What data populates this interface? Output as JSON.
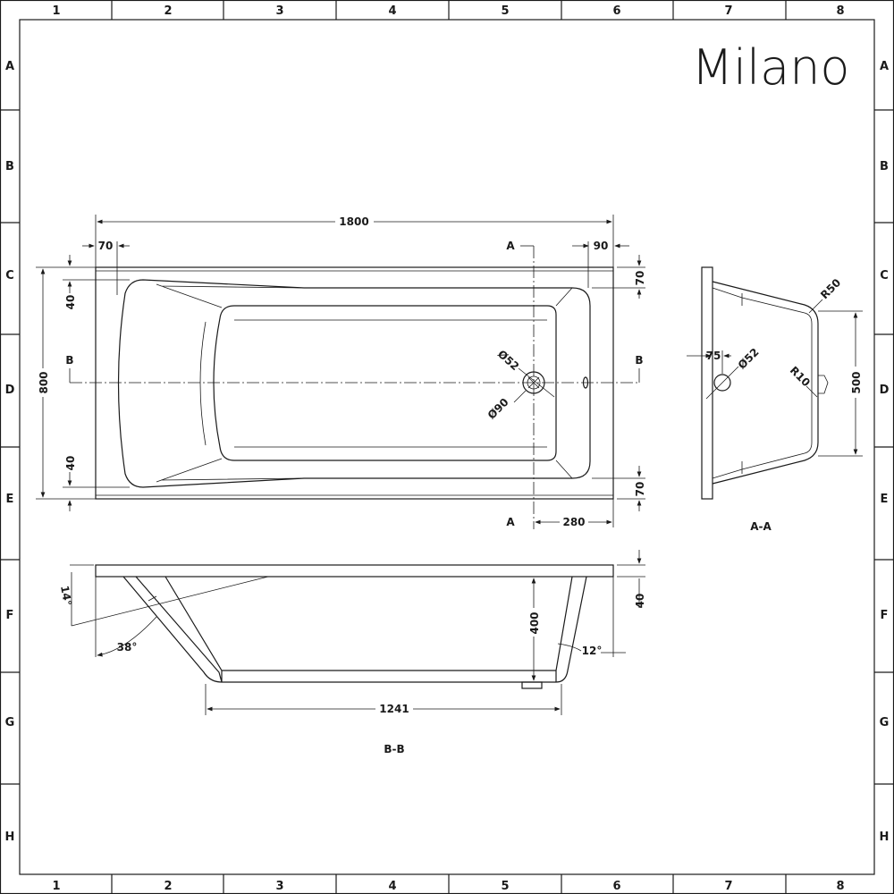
{
  "logo": "Milano",
  "grid": {
    "columns": [
      "1",
      "2",
      "3",
      "4",
      "5",
      "6",
      "7",
      "8"
    ],
    "rows": [
      "A",
      "B",
      "C",
      "D",
      "E",
      "F",
      "G",
      "H"
    ]
  },
  "plan_view": {
    "length": "1800",
    "width": "800",
    "left_rim": "70",
    "right_rim": "90",
    "top_rim": "70",
    "bottom_rim": "70",
    "headrest_top": "40",
    "headrest_bottom": "40",
    "waste_offset": "280",
    "waste_inner": "Ø52",
    "waste_outer": "Ø90",
    "section_a": "A",
    "section_b": "B"
  },
  "section_aa": {
    "label": "A-A",
    "depth_dim": "500",
    "overflow_offset": "75",
    "overflow_dia": "Ø52",
    "radius_top": "R50",
    "radius_small": "R10"
  },
  "section_bb": {
    "label": "B-B",
    "floor_length": "1241",
    "depth": "400",
    "rim_thickness": "40",
    "angle_back": "14°",
    "angle_head": "38°",
    "angle_foot": "12°"
  }
}
